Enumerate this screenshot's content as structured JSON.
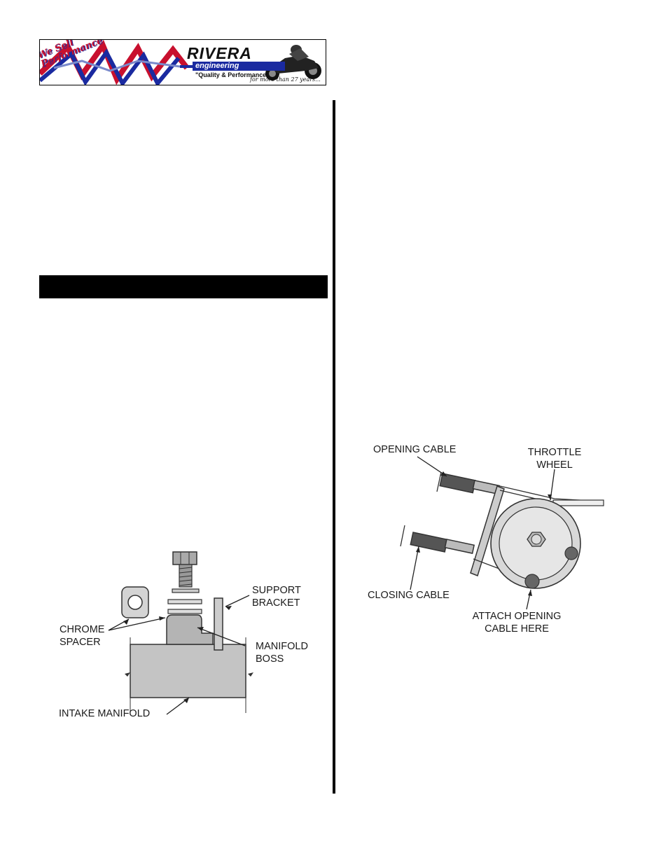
{
  "logo": {
    "tagline": "We Sell Performance",
    "brand": "RIVERA",
    "sub": "engineering",
    "quality": "\"Quality & Performance\"",
    "since": "for more than 27 years..."
  },
  "figure_manifold": {
    "support_bracket": [
      "SUPPORT",
      "BRACKET"
    ],
    "chrome_spacer": [
      "CHROME",
      "SPACER"
    ],
    "manifold_boss": [
      "MANIFOLD",
      "BOSS"
    ],
    "intake_manifold": "INTAKE MANIFOLD"
  },
  "figure_throttle": {
    "opening_cable": "OPENING CABLE",
    "throttle_wheel": [
      "THROTTLE",
      "WHEEL"
    ],
    "closing_cable": "CLOSING CABLE",
    "attach_opening": [
      "ATTACH OPENING",
      "CABLE HERE"
    ]
  }
}
